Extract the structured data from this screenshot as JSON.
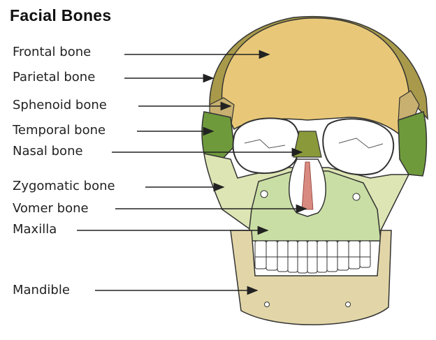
{
  "title": "Facial Bones",
  "labels": {
    "frontal": "Frontal bone",
    "parietal": "Parietal bone",
    "sphenoid": "Sphenoid bone",
    "temporal": "Temporal bone",
    "nasal": "Nasal bone",
    "zygomatic": "Zygomatic bone",
    "vomer": "Vomer bone",
    "maxilla": "Maxilla",
    "mandible": "Mandible"
  },
  "colors": {
    "frontal": "#e8c878",
    "parietal": "#a89a4a",
    "sphenoid": "#c8b070",
    "temporal": "#6f9a3c",
    "nasal": "#8a9a3a",
    "zygomatic": "#dde5b4",
    "maxilla": "#c9dea4",
    "vomer": "#d88a80",
    "mandible": "#e2d6a8",
    "outline": "#333333"
  }
}
